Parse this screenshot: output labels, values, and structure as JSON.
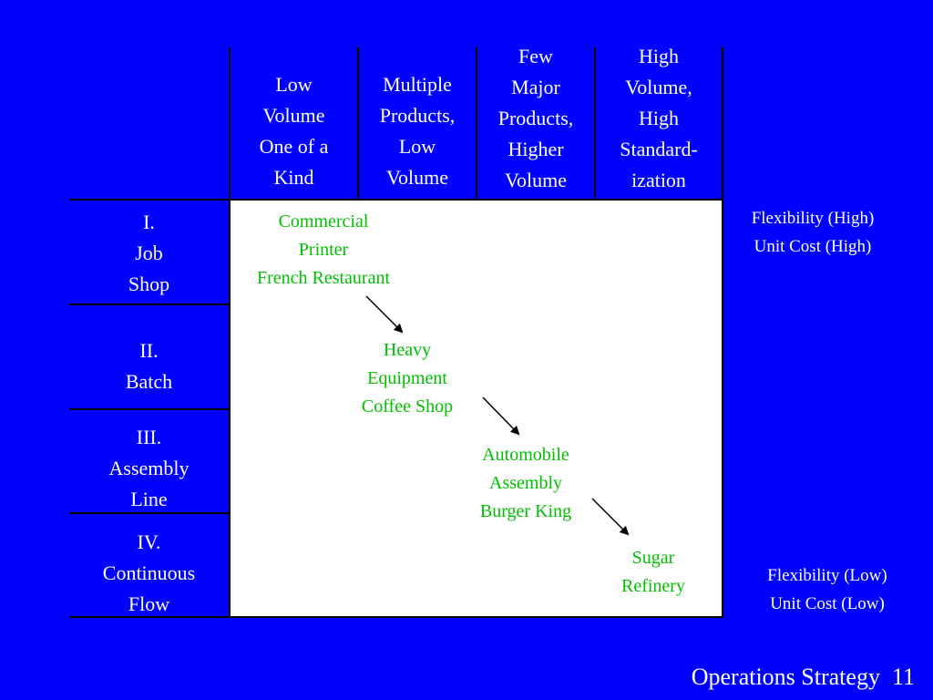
{
  "columns": [
    {
      "label": "Low\nVolume\nOne of a\nKind"
    },
    {
      "label": "Multiple\nProducts,\nLow\nVolume"
    },
    {
      "label": "Few\nMajor\nProducts,\nHigher\nVolume"
    },
    {
      "label": "High\nVolume,\nHigh\nStandard-\nization"
    }
  ],
  "rows": [
    {
      "label": "I.\nJob\nShop"
    },
    {
      "label": "II.\nBatch"
    },
    {
      "label": "III.\nAssembly\nLine"
    },
    {
      "label": "IV.\nContinuous\nFlow"
    }
  ],
  "examples": [
    {
      "label": "Commercial\nPrinter\nFrench Restaurant"
    },
    {
      "label": "Heavy\nEquipment\nCoffee Shop"
    },
    {
      "label": "Automobile\nAssembly\nBurger King"
    },
    {
      "label": "Sugar\nRefinery"
    }
  ],
  "side_labels": {
    "top": "Flexibility (High)\nUnit Cost (High)",
    "bottom": "Flexibility (Low)\nUnit Cost (Low)"
  },
  "footer": {
    "title": "Operations Strategy",
    "page": "11"
  },
  "colors": {
    "background": "#0000FF",
    "text": "#FFFFFF",
    "example_text": "#00C000",
    "grid": "#000000",
    "matrix_fill": "#FFFFFF"
  }
}
